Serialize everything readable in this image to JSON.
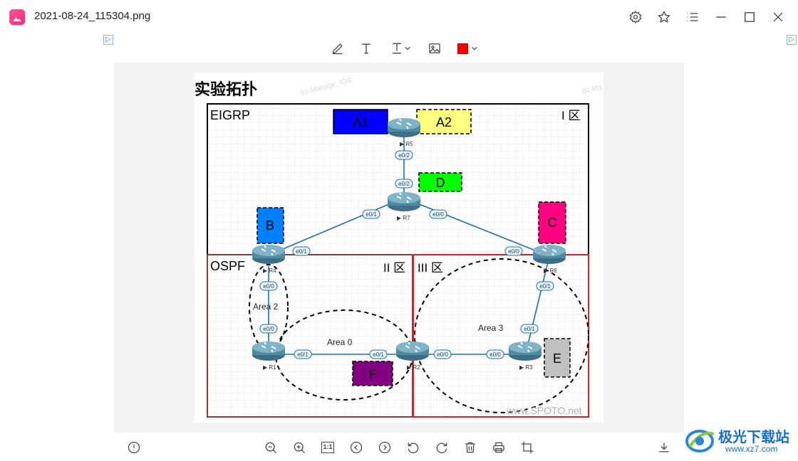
{
  "titlebar": {
    "file_name": "2021-08-24_115304.png",
    "icons": [
      "settings-icon",
      "star-icon",
      "list-icon",
      "minimize-icon",
      "maximize-icon",
      "close-icon"
    ]
  },
  "ad_marker": "▷",
  "edit_toolbar": {
    "tools": [
      "pen-icon",
      "text-icon",
      "text-style-icon",
      "image-icon",
      "color-picker"
    ],
    "current_color": "#ff0000"
  },
  "diagram": {
    "title": "实验拓扑",
    "watermarks": [
      "01-Manage_IOS",
      "01-Ma",
      "www.SPOTO.net"
    ],
    "zones": {
      "eigrp_label": "EIGRP",
      "zone1_label": "I 区",
      "ospf_label": "OSPF",
      "zone2_label": "II 区",
      "zone3_label": "III 区"
    },
    "areas": {
      "area2": "Area 2",
      "area0": "Area 0",
      "area3": "Area 3"
    },
    "boxes": {
      "a1": {
        "label": "A1",
        "color": "#0000ff"
      },
      "a2": {
        "label": "A2",
        "color": "#ffff80"
      },
      "d": {
        "label": "D",
        "color": "#00ff00"
      },
      "b": {
        "label": "B",
        "color": "#0080ff"
      },
      "c": {
        "label": "C",
        "color": "#ff0080"
      },
      "f": {
        "label": "F",
        "color": "#800080"
      },
      "e": {
        "label": "E",
        "color": "#c0c0c0"
      }
    },
    "routers": {
      "r5": "▶ R5",
      "r7": "▶ R7",
      "r4": "▶ R4",
      "r6": "▶ R6",
      "r1": "▶ R1",
      "r2": "▶ R2",
      "r3": "▶ R3"
    },
    "interfaces": {
      "r5_down": "e0/2",
      "r7_up": "e0/2",
      "r7_left": "e0/1",
      "r7_right": "e0/0",
      "r4_right": "e0/1",
      "r6_left": "e0/0",
      "r4_down": "e0/0",
      "r1_up": "e0/0",
      "r1_right": "e0/1",
      "r2_left": "e0/1",
      "r2_right": "e0/0",
      "r3_left": "e0/0",
      "r3_up": "e0/1",
      "r6_down": "e0/1"
    }
  },
  "bottom_toolbar": {
    "icons": [
      "info-icon",
      "zoom-out-icon",
      "zoom-in-icon",
      "actual-size-icon",
      "prev-icon",
      "next-icon",
      "rotate-left-icon",
      "rotate-right-icon",
      "delete-icon",
      "print-icon",
      "crop-icon",
      "download-icon"
    ],
    "actual_size_label": "1:1"
  },
  "brand": {
    "name": "极光下载站",
    "url": "www.xz7.com"
  }
}
